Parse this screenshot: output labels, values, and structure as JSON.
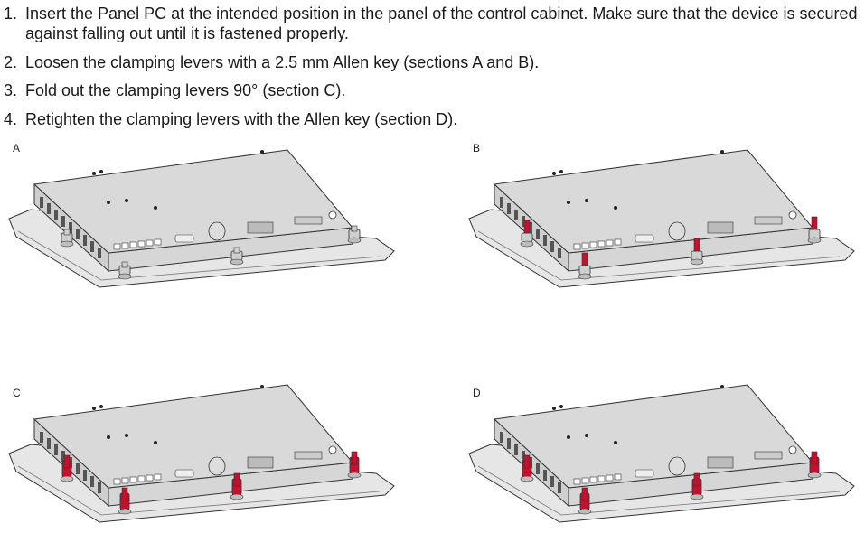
{
  "instructions": [
    {
      "num": "1.",
      "text": "Insert the Panel PC at the intended position in the panel of the control cabinet. Make sure that the device is secured against falling out until it is fastened properly."
    },
    {
      "num": "2.",
      "text": "Loosen the clamping levers with a 2.5 mm Allen key (sections A and B)."
    },
    {
      "num": "3.",
      "text": "Fold out the clamping levers 90° (section C)."
    },
    {
      "num": "4.",
      "text": "Retighten the clamping levers with the Allen key (section D)."
    }
  ],
  "figures": [
    {
      "label": "A",
      "lever_state": "closed-grey"
    },
    {
      "label": "B",
      "lever_state": "loosened-red"
    },
    {
      "label": "C",
      "lever_state": "folded-red"
    },
    {
      "label": "D",
      "lever_state": "tightened-red"
    }
  ],
  "colors": {
    "lever_red": "#c8102e",
    "chassis": "#d9d9d9",
    "outline": "#333333"
  }
}
